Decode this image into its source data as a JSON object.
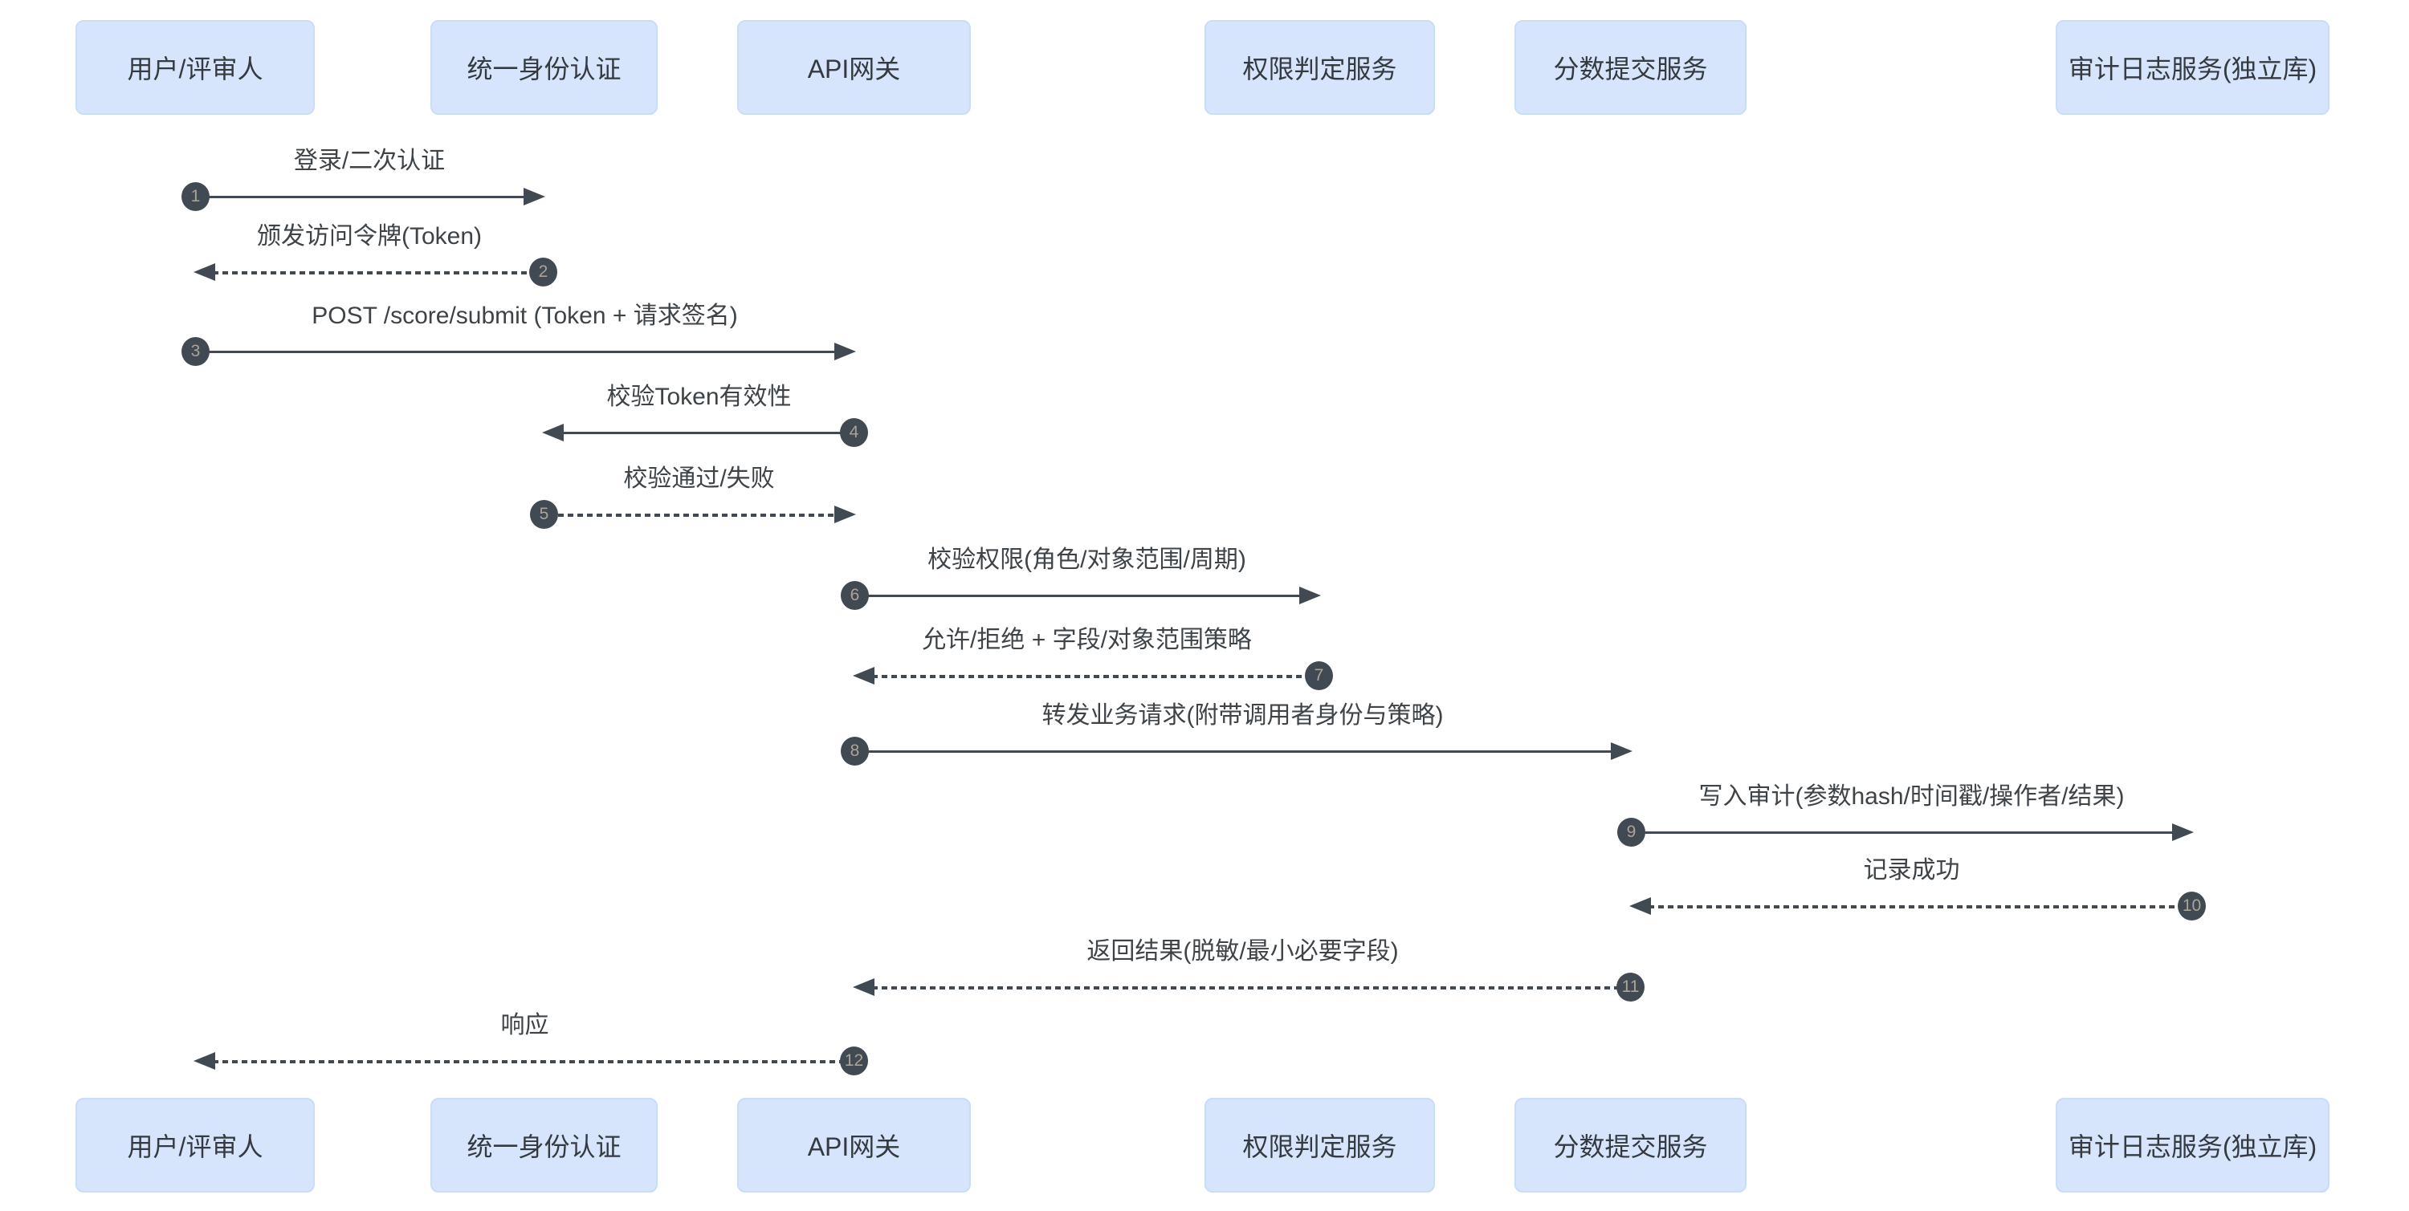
{
  "diagram": {
    "type": "sequence",
    "colors": {
      "participant_fill": "#d6e5fb",
      "participant_border": "#c9dcf8",
      "participant_text": "#343a40",
      "arrow_line": "#414a52",
      "number_circle_fill": "#414a52",
      "number_text": "#aba396",
      "message_text": "#3e4348",
      "background": "#ffffff"
    },
    "participants": [
      {
        "id": "user",
        "label": "用户/评审人"
      },
      {
        "id": "sso",
        "label": "统一身份认证"
      },
      {
        "id": "gateway",
        "label": "API网关"
      },
      {
        "id": "authz",
        "label": "权限判定服务"
      },
      {
        "id": "score",
        "label": "分数提交服务"
      },
      {
        "id": "audit",
        "label": "审计日志服务(独立库)"
      }
    ],
    "messages": [
      {
        "seq": 1,
        "from": "user",
        "to": "sso",
        "line": "solid",
        "label": "登录/二次认证"
      },
      {
        "seq": 2,
        "from": "sso",
        "to": "user",
        "line": "dotted",
        "label": "颁发访问令牌(Token)"
      },
      {
        "seq": 3,
        "from": "user",
        "to": "gateway",
        "line": "solid",
        "label": "POST /score/submit (Token + 请求签名)"
      },
      {
        "seq": 4,
        "from": "gateway",
        "to": "sso",
        "line": "solid",
        "label": "校验Token有效性"
      },
      {
        "seq": 5,
        "from": "sso",
        "to": "gateway",
        "line": "dotted",
        "label": "校验通过/失败"
      },
      {
        "seq": 6,
        "from": "gateway",
        "to": "authz",
        "line": "solid",
        "label": "校验权限(角色/对象范围/周期)"
      },
      {
        "seq": 7,
        "from": "authz",
        "to": "gateway",
        "line": "dotted",
        "label": "允许/拒绝 + 字段/对象范围策略"
      },
      {
        "seq": 8,
        "from": "gateway",
        "to": "score",
        "line": "solid",
        "label": "转发业务请求(附带调用者身份与策略)"
      },
      {
        "seq": 9,
        "from": "score",
        "to": "audit",
        "line": "solid",
        "label": "写入审计(参数hash/时间戳/操作者/结果)"
      },
      {
        "seq": 10,
        "from": "audit",
        "to": "score",
        "line": "dotted",
        "label": "记录成功"
      },
      {
        "seq": 11,
        "from": "score",
        "to": "gateway",
        "line": "dotted",
        "label": "返回结果(脱敏/最小必要字段)"
      },
      {
        "seq": 12,
        "from": "gateway",
        "to": "user",
        "line": "dotted",
        "label": "响应"
      }
    ]
  }
}
